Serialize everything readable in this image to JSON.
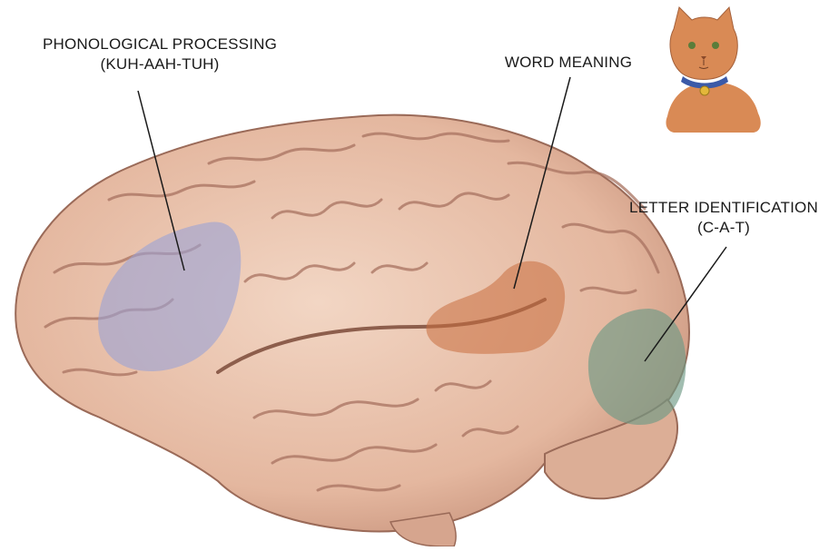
{
  "labels": {
    "phonological": {
      "line1": "PHONOLOGICAL PROCESSING",
      "line2": "(KUH-AAH-TUH)"
    },
    "word_meaning": {
      "line1": "WORD MEANING"
    },
    "letter_identification": {
      "line1": "LETTER IDENTIFICATION",
      "line2": "(C-A-T)"
    }
  },
  "colors": {
    "brain": "#e9c3ad",
    "brain_shadow": "#b07d68",
    "phonological_region": "#9aa2d6",
    "word_meaning_region": "#c96d3e",
    "letter_region": "#6f9a86",
    "cat": "#d98a55",
    "collar": "#3b5aa8"
  },
  "icons": {
    "cat": "cat-illustration",
    "brain": "brain-illustration"
  }
}
